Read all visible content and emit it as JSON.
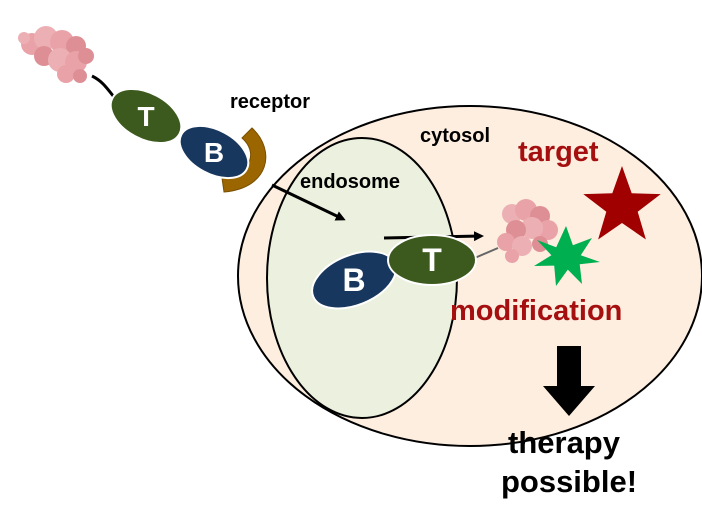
{
  "labels": {
    "receptor": "receptor",
    "cytosol": "cytosol",
    "endosome": "endosome",
    "target": "target",
    "modification": "modification",
    "therapy_line1": "therapy",
    "therapy_line2": "possible!"
  },
  "domains": {
    "t_letter": "T",
    "b_letter": "B"
  },
  "colors": {
    "t_domain": "#3d5a1e",
    "b_domain": "#17375e",
    "receptor": "#9b6500",
    "cell": "#fdeee0",
    "endosome": "#ebf1de",
    "target_star": "#a00000",
    "burst": "#00b050",
    "text_red": "#a50f0f",
    "protein": "#e9a3a8"
  },
  "icons": {
    "protein": "protein-cargo-icon",
    "target": "star-icon",
    "modification": "burst-icon",
    "result": "down-arrow-icon"
  }
}
